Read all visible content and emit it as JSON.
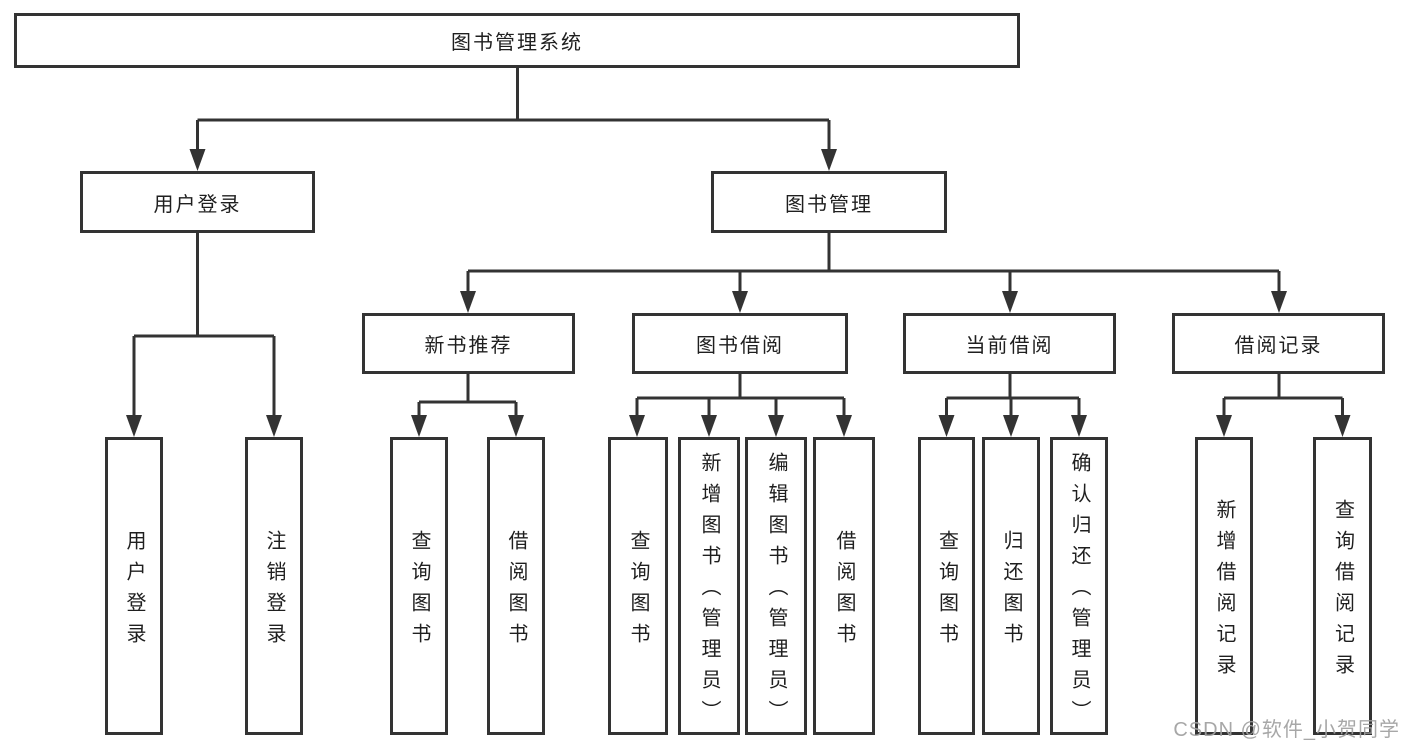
{
  "diagram": {
    "type": "hierarchy-diagram",
    "colors": {
      "line": "#333333",
      "box_border": "#333333",
      "box_fill": "#ffffff",
      "text": "#1f1f1f",
      "background": "#ffffff",
      "watermark": "#a0a0a0"
    },
    "tree": {
      "label": "图书管理系统",
      "children": [
        {
          "label": "用户登录",
          "children": [
            {
              "label": "用户登录"
            },
            {
              "label": "注销登录"
            }
          ]
        },
        {
          "label": "图书管理",
          "children": [
            {
              "label": "新书推荐",
              "children": [
                {
                  "label": "查询图书"
                },
                {
                  "label": "借阅图书"
                }
              ]
            },
            {
              "label": "图书借阅",
              "children": [
                {
                  "label": "查询图书"
                },
                {
                  "label": "新增图书（管理员）"
                },
                {
                  "label": "编辑图书（管理员）"
                },
                {
                  "label": "借阅图书"
                }
              ]
            },
            {
              "label": "当前借阅",
              "children": [
                {
                  "label": "查询图书"
                },
                {
                  "label": "归还图书"
                },
                {
                  "label": "确认归还（管理员）"
                }
              ]
            },
            {
              "label": "借阅记录",
              "children": [
                {
                  "label": "新增借阅记录"
                },
                {
                  "label": "查询借阅记录"
                }
              ]
            }
          ]
        }
      ]
    },
    "watermark": {
      "text": "CSDN @软件_小贺同学"
    }
  }
}
